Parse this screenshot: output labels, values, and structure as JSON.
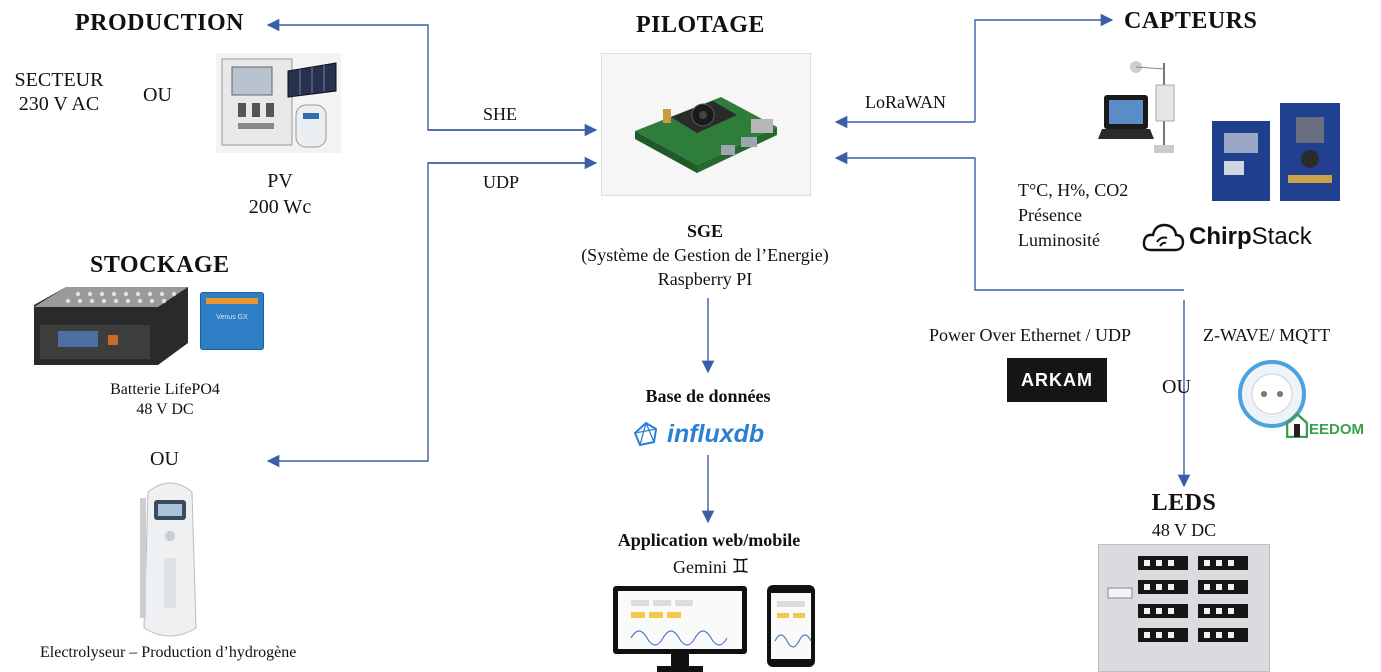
{
  "production": {
    "title": "PRODUCTION",
    "secteur_line1": "SECTEUR",
    "secteur_line2": "230 V AC",
    "ou": "OU",
    "pv_line1": "PV",
    "pv_line2": "200 Wc"
  },
  "pilotage": {
    "title": "PILOTAGE",
    "sge": "SGE",
    "sge_full": "(Système de Gestion de l’Energie)",
    "device": "Raspberry PI"
  },
  "capteurs": {
    "title": "CAPTEURS",
    "measures_line1": "T°C, H%, CO2",
    "measures_line2": "Présence",
    "measures_line3": "Luminosité",
    "chirpstack_bold": "Chirp",
    "chirpstack_rest": "Stack"
  },
  "links": {
    "she": "SHE",
    "udp": "UDP",
    "lorawan": "LoRaWAN"
  },
  "stockage": {
    "title": "STOCKAGE",
    "venus_label": "Venus GX",
    "battery_line1": "Batterie LifePO4",
    "battery_line2": "48 V DC",
    "ou": "OU"
  },
  "electrolyseur": {
    "label": "Electrolyseur – Production d’hydrogène"
  },
  "database": {
    "title": "Base de données",
    "product": "influxdb"
  },
  "app": {
    "title": "Application web/mobile",
    "name": "Gemini",
    "symbol": "♊"
  },
  "leds_control": {
    "poe": "Power Over Ethernet / UDP",
    "arkam": "ARKAM",
    "ou": "OU",
    "zwave": "Z-WAVE/ MQTT",
    "jeedom": "EEDOM"
  },
  "leds": {
    "title": "LEDS",
    "voltage": "48 V DC"
  },
  "colors": {
    "arrow": "#3a5fa8",
    "ink": "#111111",
    "influx": "#2c7fd3",
    "jeedom": "#3aa04a"
  }
}
